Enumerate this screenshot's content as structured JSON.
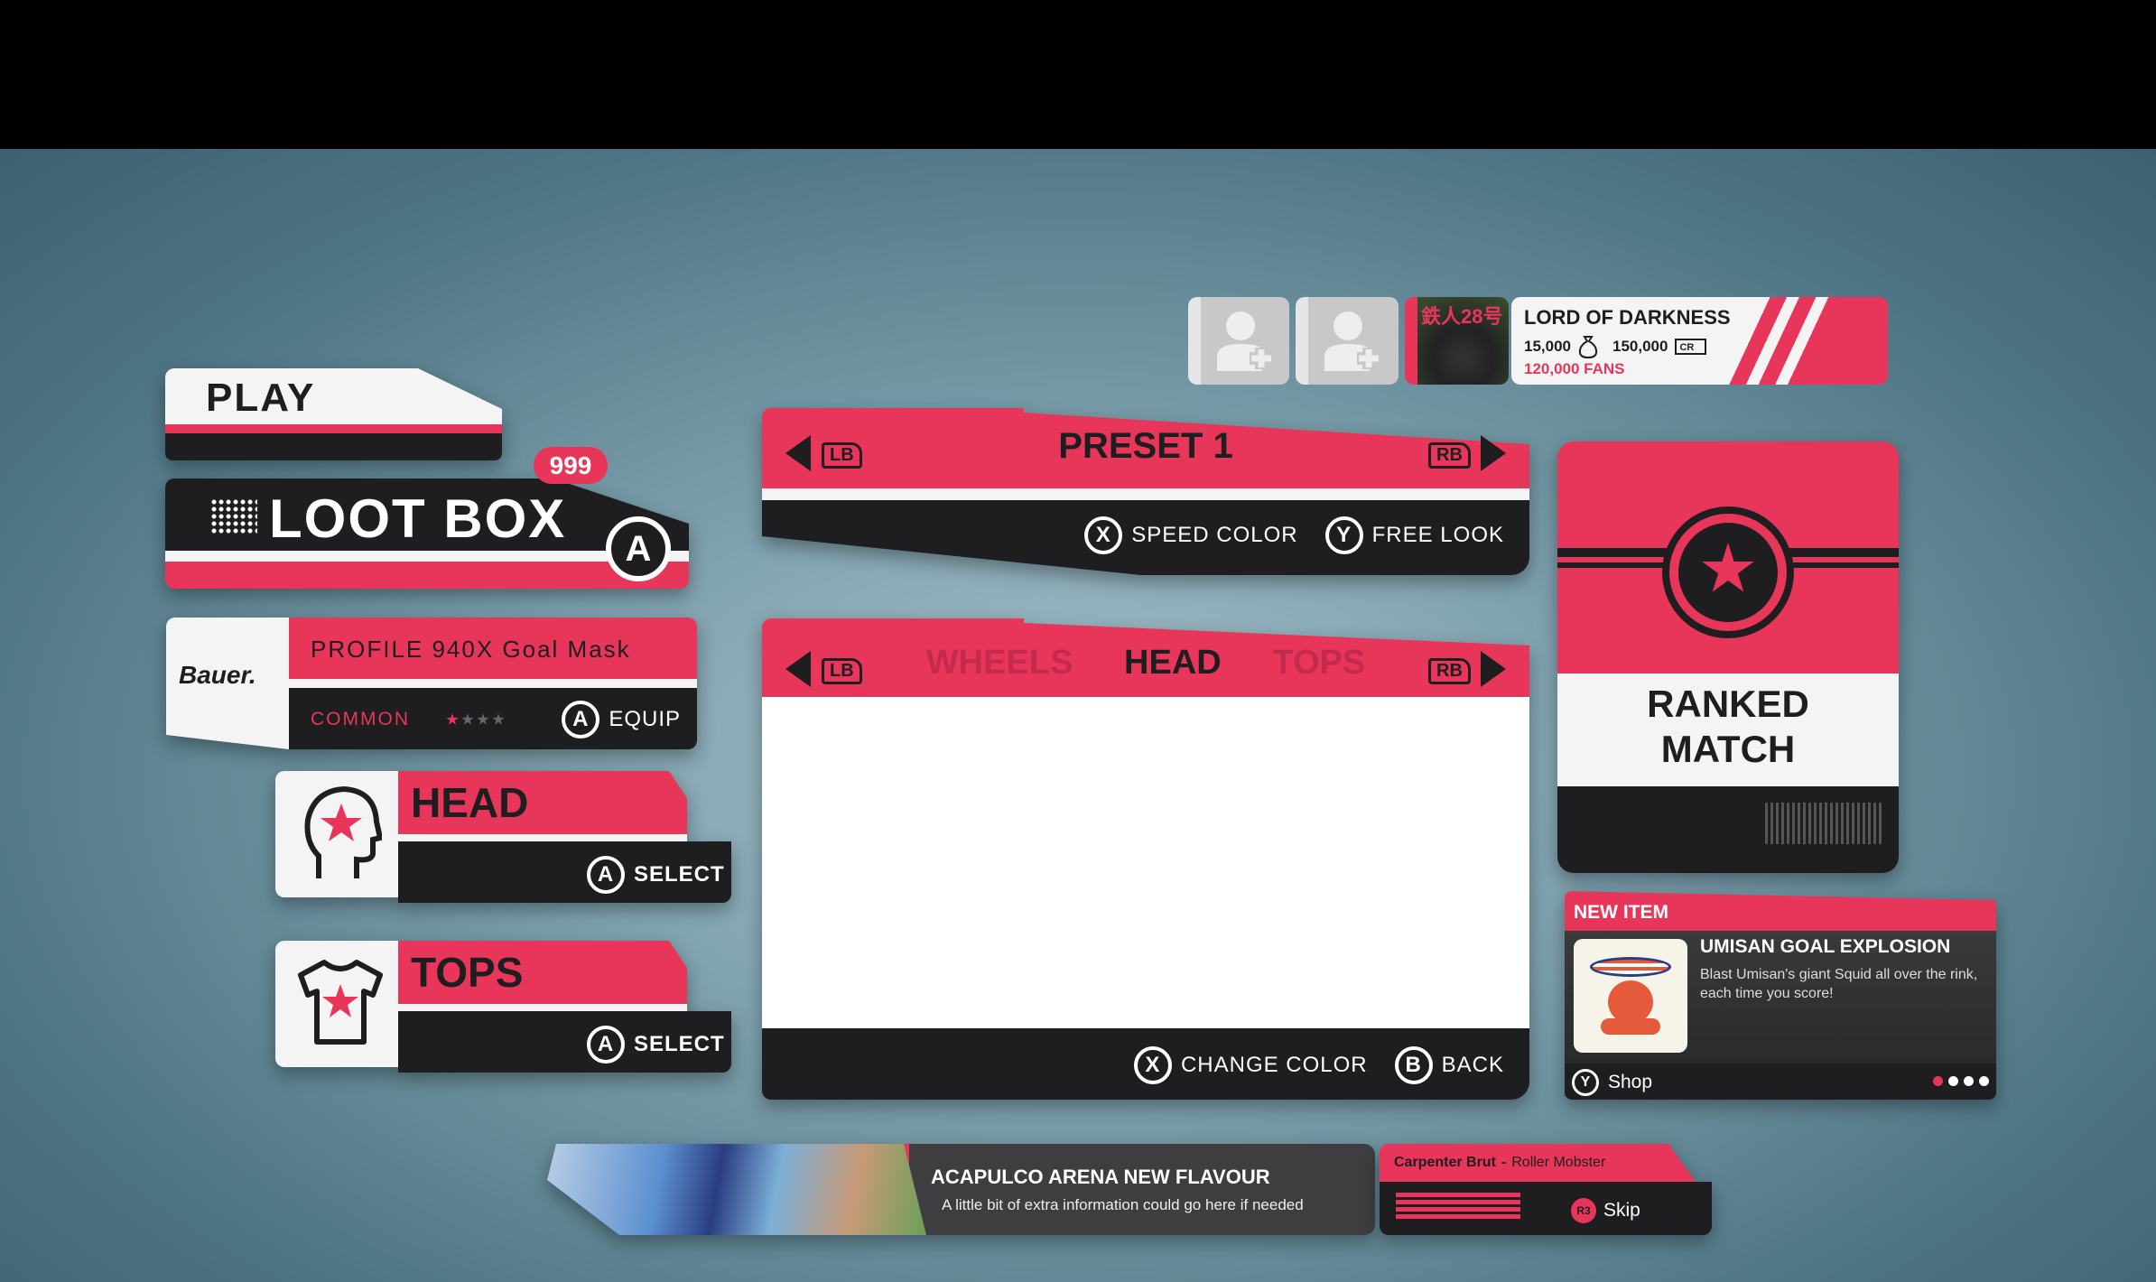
{
  "colors": {
    "accent": "#e8365a",
    "dark": "#1e1e20",
    "light": "#f4f4f4"
  },
  "menu": {
    "play": "PLAY",
    "loot_box": {
      "label": "LOOT BOX",
      "count": "999",
      "button": "A"
    },
    "item_card": {
      "brand": "Bauer.",
      "name": "PROFILE 940X Goal Mask",
      "rarity": "COMMON",
      "stars_filled": 1,
      "stars_total": 4,
      "button": "A",
      "action": "EQUIP"
    },
    "head": {
      "label": "HEAD",
      "button": "A",
      "action": "SELECT",
      "icon": "head-star-icon"
    },
    "tops": {
      "label": "TOPS",
      "button": "A",
      "action": "SELECT",
      "icon": "shirt-star-icon"
    }
  },
  "preset": {
    "left_bumper": "LB",
    "right_bumper": "RB",
    "title": "PRESET 1",
    "hints": [
      {
        "button": "X",
        "label": "SPEED COLOR"
      },
      {
        "button": "Y",
        "label": "FREE LOOK"
      }
    ]
  },
  "customize": {
    "left_bumper": "LB",
    "right_bumper": "RB",
    "tabs": [
      {
        "label": "WHEELS",
        "active": false
      },
      {
        "label": "HEAD",
        "active": true
      },
      {
        "label": "TOPS",
        "active": false
      }
    ],
    "hints": [
      {
        "button": "X",
        "label": "CHANGE COLOR"
      },
      {
        "button": "B",
        "label": "BACK"
      }
    ]
  },
  "profile": {
    "name": "LORD OF DARKNESS",
    "coins": "15,000",
    "coin_icon": "money-bag-icon",
    "credits": "150,000",
    "credit_icon": "CR",
    "fans": "120,000 FANS",
    "avatar_text": "鉄人28号"
  },
  "ranked": {
    "title_line1": "RANKED",
    "title_line2": "MATCH"
  },
  "new_item": {
    "header": "NEW ITEM",
    "title": "UMISAN GOAL EXPLOSION",
    "description": "Blast Umisan's giant Squid all over the rink, each time you score!",
    "button": "Y",
    "action": "Shop",
    "page": 1,
    "pages": 4
  },
  "news": {
    "title": "ACAPULCO ARENA NEW FLAVOUR",
    "subtitle": "A little bit of extra information could go here if needed"
  },
  "music": {
    "artist": "Carpenter Brut",
    "separator": "-",
    "track": "Roller Mobster",
    "button": "R3",
    "action": "Skip"
  }
}
